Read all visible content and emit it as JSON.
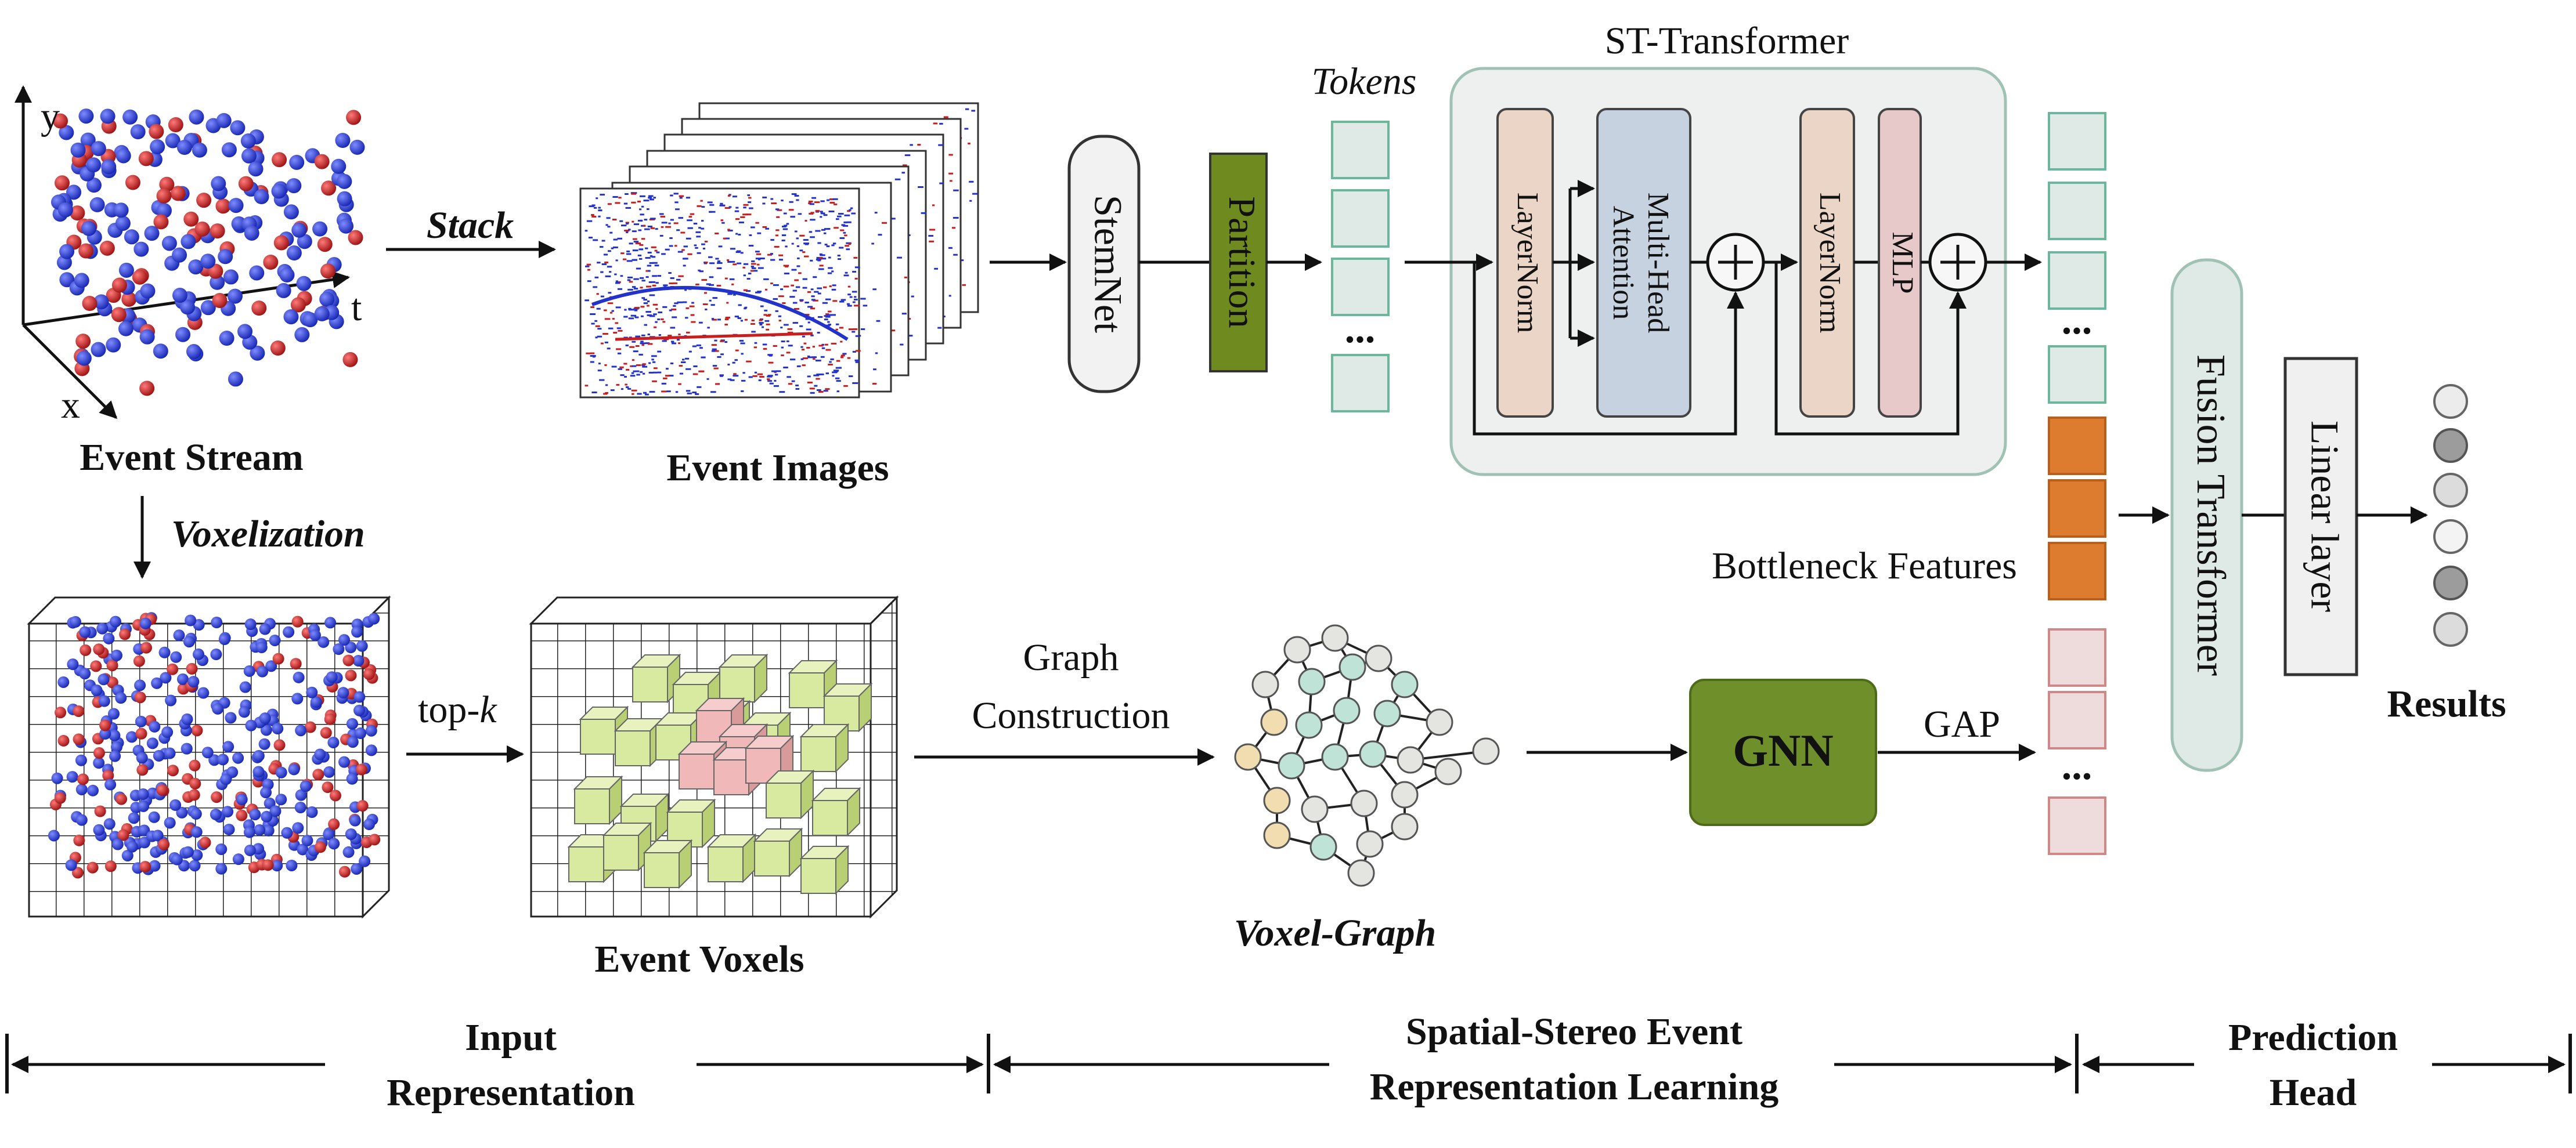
{
  "input_branch": {
    "axis_y": "y",
    "axis_t": "t",
    "axis_x": "x",
    "event_stream_label": "Event Stream",
    "stack_label": "Stack",
    "event_images_label": "Event Images",
    "voxelization_label": "Voxelization",
    "topk_label_prefix": "top-",
    "topk_label_var": "k",
    "event_voxels_label": "Event Voxels"
  },
  "image_branch": {
    "stemnet_label": "StemNet",
    "partition_label": "Partition",
    "tokens_label": "Tokens",
    "ellipsis": "...",
    "st_transformer_title": "ST-Transformer",
    "layernorm_1": "LayerNorm",
    "mha_line1": "Multi-Head",
    "mha_line2": "Attention",
    "layernorm_2": "LayerNorm",
    "mlp_label": "MLP",
    "bottleneck_label": "Bottleneck Features"
  },
  "graph_branch": {
    "graph_construction_line1": "Graph",
    "graph_construction_line2": "Construction",
    "voxel_graph_label": "Voxel-Graph",
    "gnn_label": "GNN",
    "gap_label": "GAP"
  },
  "head": {
    "fusion_transformer_label": "Fusion Transformer",
    "linear_layer_label": "Linear layer",
    "results_label": "Results"
  },
  "sections": {
    "input_line1": "Input",
    "input_line2": "Representation",
    "learning_line1": "Spatial-Stereo Event",
    "learning_line2": "Representation Learning",
    "prediction_line1": "Prediction",
    "prediction_line2": "Head"
  },
  "colors": {
    "stemnet_fill": "#f2f2f2",
    "partition_fill": "#6f8a1f",
    "token_fill": "#dfeae6",
    "token_stroke": "#6bb79b",
    "layernorm_fill": "#ead5c6",
    "mha_fill": "#c7d2e0",
    "mlp_fill": "#e8c9c9",
    "st_box_fill": "#eef0ef",
    "st_box_stroke": "#9fc2b4",
    "bottleneck_fill": "#dd7b2f",
    "graph_token_fill": "#eedcdc",
    "graph_token_stroke": "#cf8787",
    "gnn_fill": "#6f8f2a",
    "event_blue": "#2233cc",
    "event_red": "#bb1e1e",
    "voxel_green": "#d8e9a0",
    "voxel_pink": "#f0b8b8"
  }
}
